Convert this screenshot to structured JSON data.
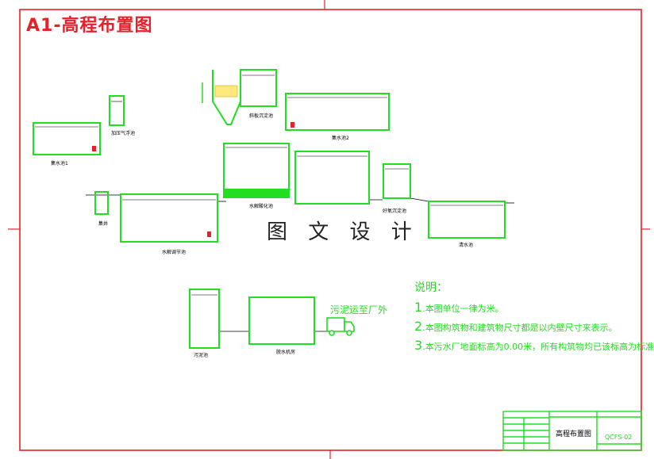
{
  "title": "A1-高程布置图",
  "watermark": "图 文 设 计",
  "units": [
    {
      "id": "tank1",
      "label": "集水池1"
    },
    {
      "id": "small1",
      "label": "加压气浮池"
    },
    {
      "id": "settle",
      "label": "斜板沉淀池"
    },
    {
      "id": "tank2",
      "label": "集水池2"
    },
    {
      "id": "well",
      "label": "集井"
    },
    {
      "id": "equal",
      "label": "水解调节池"
    },
    {
      "id": "hydro",
      "label": "水解酸化池"
    },
    {
      "id": "mid",
      "label": ""
    },
    {
      "id": "sbr",
      "label": "好氧沉淀池"
    },
    {
      "id": "clear",
      "label": "清水池"
    },
    {
      "id": "sludge",
      "label": "污泥池"
    },
    {
      "id": "press",
      "label": "脱水机房"
    }
  ],
  "sludge_out": "污泥运至厂外",
  "notes": {
    "heading": "说明：",
    "items": [
      {
        "num": "1",
        "text": "本图单位一律为米。"
      },
      {
        "num": "2",
        "text": "本图构筑物和建筑物尺寸都是以内壁尺寸来表示。"
      },
      {
        "num": "3",
        "text": "本污水厂地面标高为0.00米，所有构筑物均已该标高为标准"
      }
    ]
  },
  "title_block": {
    "name": "高程布置图",
    "code": "QCFS-02"
  },
  "colors": {
    "frame": "#e8202a",
    "tank": "#22dd22",
    "title": "#e8202a",
    "line": "#000000"
  }
}
